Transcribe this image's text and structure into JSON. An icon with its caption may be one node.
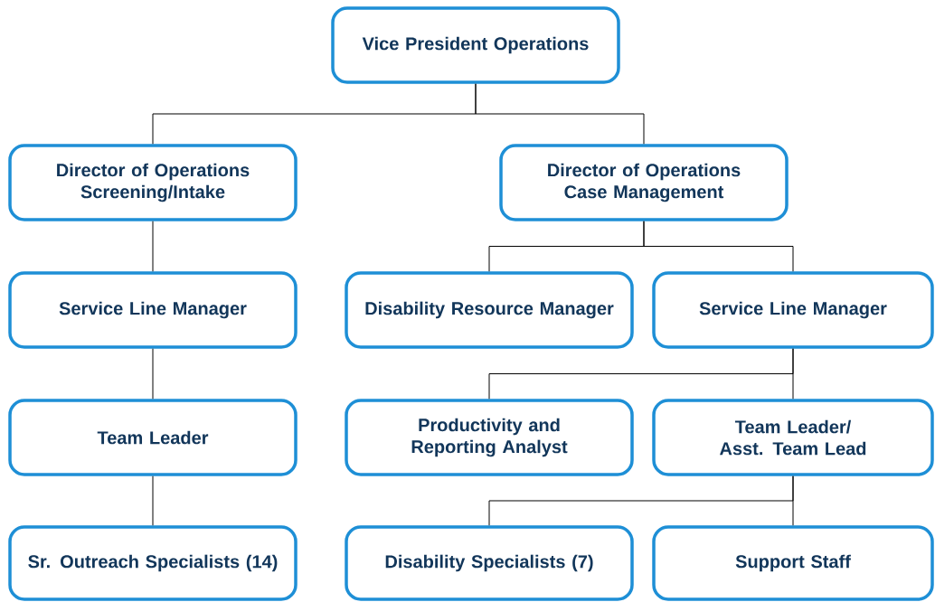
{
  "diagram": {
    "nodes": [
      {
        "text": [
          "Vice President Operations"
        ]
      },
      {
        "text": [
          "Director of Operations Screening/Intake"
        ]
      },
      {
        "text": [
          "Director of Operations Case Management"
        ]
      },
      {
        "text": [
          "Service Line Manager"
        ]
      },
      {
        "text": [
          "Disability Resource Manager"
        ]
      },
      {
        "text": [
          "Service Line Manager"
        ]
      },
      {
        "text": [
          "Team Leader"
        ]
      },
      {
        "text": [
          "Productivity and Reporting Analyst"
        ]
      },
      {
        "text": [
          "Team Leader/ Asst. Team Lead"
        ]
      },
      {
        "text": [
          "Sr. Outreach Specialists (14)"
        ]
      },
      {
        "text": [
          "Disability Specialists (7)"
        ]
      },
      {
        "text": [
          "Support Staff"
        ]
      }
    ],
    "edges": [
      {
        "from": 0,
        "to": 1,
        "arrow": "none"
      },
      {
        "from": 0,
        "to": 2,
        "arrow": "none"
      },
      {
        "from": 1,
        "to": 3,
        "arrow": "none"
      },
      {
        "from": 3,
        "to": 6,
        "arrow": "none"
      },
      {
        "from": 6,
        "to": 9,
        "arrow": "none"
      },
      {
        "from": 2,
        "to": 4,
        "arrow": "none"
      },
      {
        "from": 2,
        "to": 5,
        "arrow": "none"
      },
      {
        "from": 5,
        "to": 7,
        "arrow": "none"
      },
      {
        "from": 5,
        "to": 8,
        "arrow": "none"
      },
      {
        "from": 8,
        "to": 10,
        "arrow": "none"
      },
      {
        "from": 8,
        "to": 11,
        "arrow": "none"
      }
    ]
  }
}
